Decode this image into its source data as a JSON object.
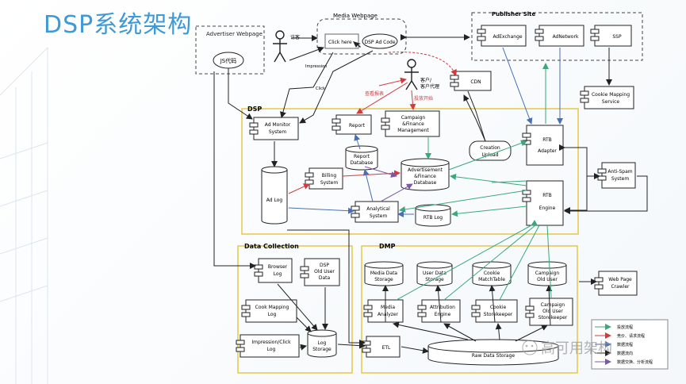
{
  "title": "DSP系统架构",
  "nodes": {
    "advertiser_webpage": "Advertiser Webpage",
    "js_code": "JS代码",
    "visitor": "访客",
    "media_webpage": "Media Webpage",
    "click_here": "Click here",
    "dsp_ad_code": "DSP Ad Code",
    "publisher_site": "Publisher Site",
    "ad_exchange": "AdExchange",
    "ad_network": "AdNetwork",
    "ssp": "SSP",
    "customer_1": "客户/",
    "customer_2": "客户代理",
    "cdn": "CDN",
    "cookie_mapping_service_1": "Cookie Mapping",
    "cookie_mapping_service_2": "Service",
    "impression": "Impression",
    "click": "Click",
    "red_label_1": "查看报表",
    "red_label_2": "投放开始",
    "dsp": "DSP",
    "ad_monitor_1": "Ad Monitor",
    "ad_monitor_2": "System",
    "report": "Report",
    "campaign_fin_1": "Campaign",
    "campaign_fin_2": "&Finance",
    "campaign_fin_3": "Management",
    "creation_1": "Creation",
    "creation_2": "Upload",
    "rtb_adapter_1": "RTB",
    "rtb_adapter_2": "Adapter",
    "report_db_1": "Report",
    "report_db_2": "Database",
    "billing_1": "Billing",
    "billing_2": "System",
    "adfin_db_1": "Advertisement",
    "adfin_db_2": "&Finance",
    "adfin_db_3": "Database",
    "ad_log": "Ad Log",
    "analytical_1": "Analytical",
    "analytical_2": "System",
    "rtb_log": "RTB Log",
    "rtb_engine_1": "RTB",
    "rtb_engine_2": "Engine",
    "anti_spam_1": "Anti-Spam",
    "anti_spam_2": "System",
    "data_collection": "Data Collection",
    "browser_log_1": "Browser",
    "browser_log_2": "Log",
    "dsp_old_user_1": "DSP",
    "dsp_old_user_2": "Old User",
    "dsp_old_user_3": "Data",
    "cookie_mapping_log_1": "Cook Mapping",
    "cookie_mapping_log_2": "Log",
    "impression_click_log_1": "Impression/Click",
    "impression_click_log_2": "Log",
    "log_storage_1": "Log",
    "log_storage_2": "Storage",
    "dmp": "DMP",
    "media_data_1": "Media Data",
    "media_data_2": "Storage",
    "user_data_1": "User Data",
    "user_data_2": "Storage",
    "cookie_match_1": "Cookie",
    "cookie_match_2": "MatchTable",
    "campaign_old_user_1": "Campaign",
    "campaign_old_user_2": "Old User",
    "media_analyzer_1": "Media",
    "media_analyzer_2": "Analyzer",
    "attribution_1": "Attribution",
    "attribution_2": "Engine",
    "cookie_storekeeper_1": "Cookie",
    "cookie_storekeeper_2": "Storekeeper",
    "campaign_storekeeper_1": "Campaign",
    "campaign_storekeeper_2": "Old User",
    "campaign_storekeeper_3": "Storekeeper",
    "web_crawler_1": "Web Page",
    "web_crawler_2": "Crawler",
    "etl": "ETL",
    "raw_data_storage": "Raw Data Storage"
  },
  "legend": [
    {
      "label": "投放流程"
    },
    {
      "label": "竞价、请求流程"
    },
    {
      "label": "数据流程"
    },
    {
      "label": "数据流向"
    },
    {
      "label": "数据交换、分析流程"
    }
  ],
  "watermark": "高可用架构",
  "colors": {
    "title": "#3d9ad6",
    "dsp_border": "#e4c84a",
    "dmp_border": "#e4c84a",
    "green_arrow": "#3aa87a",
    "red_arrow": "#d23b3b",
    "blue_arrow": "#4a6fb5",
    "purple_arrow": "#7a5aa8"
  }
}
